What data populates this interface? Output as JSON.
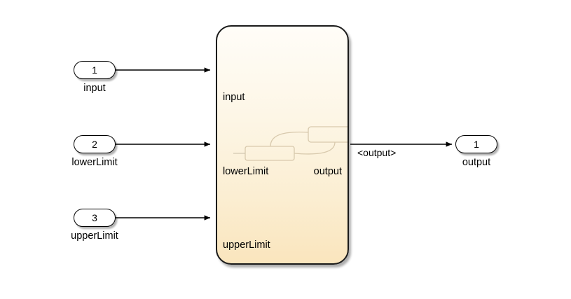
{
  "diagram": {
    "kind": "simulink-stateflow-chart",
    "canvas_background": "#ffffff",
    "chart": {
      "name": "saturation-chart",
      "fill_top": "#fffdf8",
      "fill_bottom": "#fae5bd",
      "border_color": "#1a1a1a",
      "inputs": [
        {
          "label": "input"
        },
        {
          "label": "lowerLimit"
        },
        {
          "label": "upperLimit"
        }
      ],
      "outputs": [
        {
          "label": "output"
        }
      ]
    },
    "input_ports": [
      {
        "number": "1",
        "caption": "input"
      },
      {
        "number": "2",
        "caption": "lowerLimit"
      },
      {
        "number": "3",
        "caption": "upperLimit"
      }
    ],
    "output_ports": [
      {
        "number": "1",
        "caption": "output"
      }
    ],
    "signal_labels": [
      {
        "text": "<output>"
      }
    ]
  }
}
